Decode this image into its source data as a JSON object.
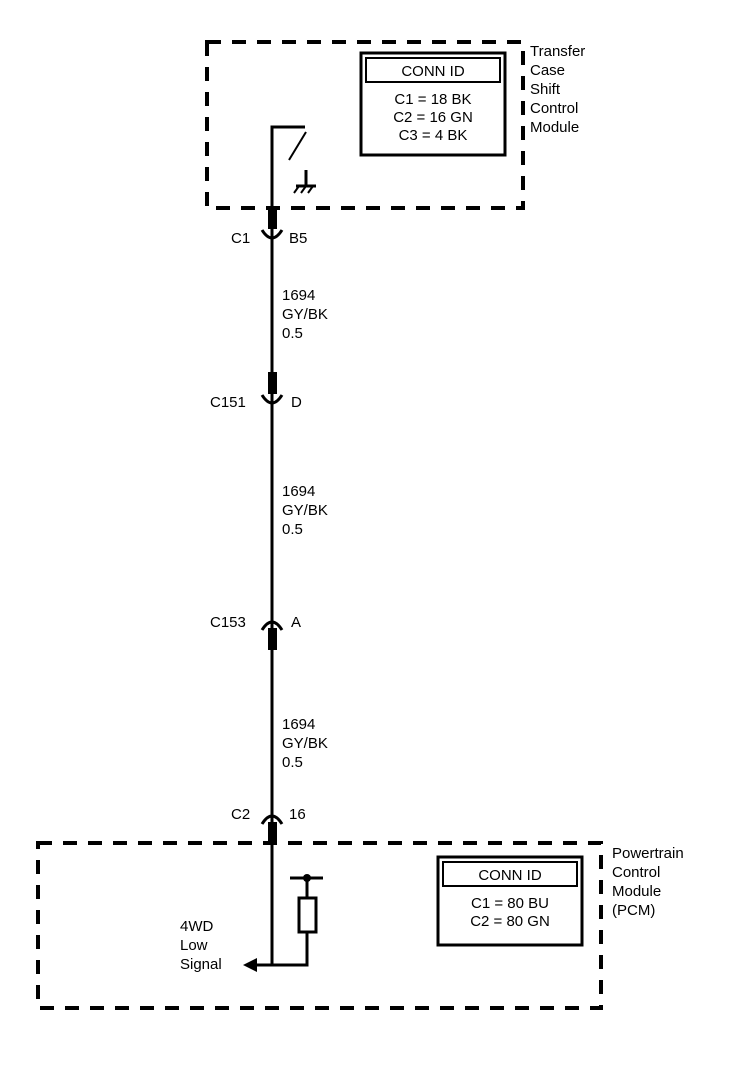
{
  "modules": {
    "tccm": {
      "name_lines": [
        "Transfer",
        "Case",
        "Shift",
        "Control",
        "Module"
      ]
    },
    "pcm": {
      "name_lines": [
        "Powertrain",
        "Control",
        "Module",
        "(PCM)"
      ]
    }
  },
  "conn_tables": {
    "tccm": {
      "header": "CONN ID",
      "rows": [
        "C1 = 18 BK",
        "C2 = 16 GN",
        "C3 = 4 BK"
      ]
    },
    "pcm": {
      "header": "CONN ID",
      "rows": [
        "C1 = 80 BU",
        "C2 = 80 GN"
      ]
    }
  },
  "connectors": {
    "c1": {
      "id": "C1",
      "pin": "B5"
    },
    "c151": {
      "id": "C151",
      "pin": "D"
    },
    "c153": {
      "id": "C153",
      "pin": "A"
    },
    "c2": {
      "id": "C2",
      "pin": "16"
    }
  },
  "wires": [
    {
      "circuit": "1694",
      "color": "GY/BK",
      "gauge": "0.5"
    },
    {
      "circuit": "1694",
      "color": "GY/BK",
      "gauge": "0.5"
    },
    {
      "circuit": "1694",
      "color": "GY/BK",
      "gauge": "0.5"
    }
  ],
  "signal": {
    "lines": [
      "4WD",
      "Low",
      "Signal"
    ]
  }
}
